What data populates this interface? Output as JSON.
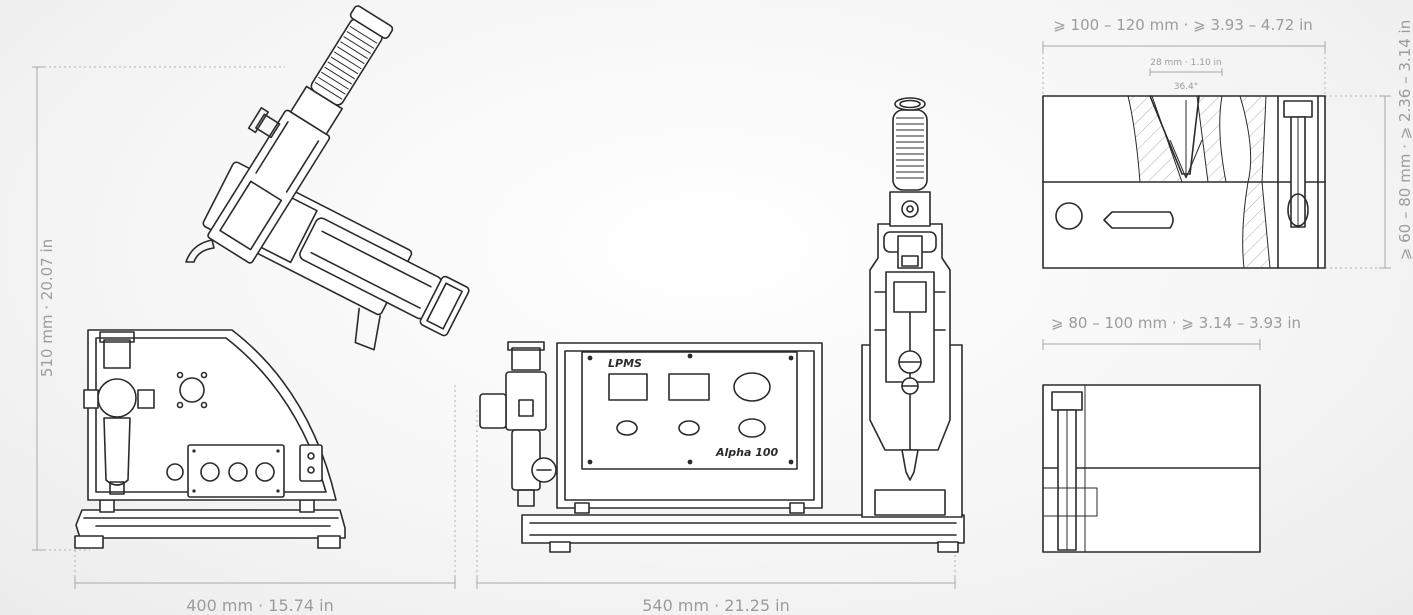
{
  "dimensions": {
    "left_height": "510 mm  ·  20.07 in",
    "left_width": "400 mm  ·  15.74 in",
    "center_width": "540 mm  ·  21.25 in",
    "top_right_width": "⩾ 100 – 120 mm  ·  ⩾ 3.93 – 4.72 in",
    "top_right_height": "⩾ 60 – 80 mm  ·  ⩾ 2.36 – 3.14 in",
    "bottom_right_width": "⩾ 80 – 100 mm  ·  ⩾ 3.14 – 3.93 in",
    "nozzle_width": "28 mm  ·  1.10 in",
    "nozzle_angle": "36.4°"
  },
  "machine": {
    "brand": "LPMS",
    "model": "Alpha 100"
  }
}
